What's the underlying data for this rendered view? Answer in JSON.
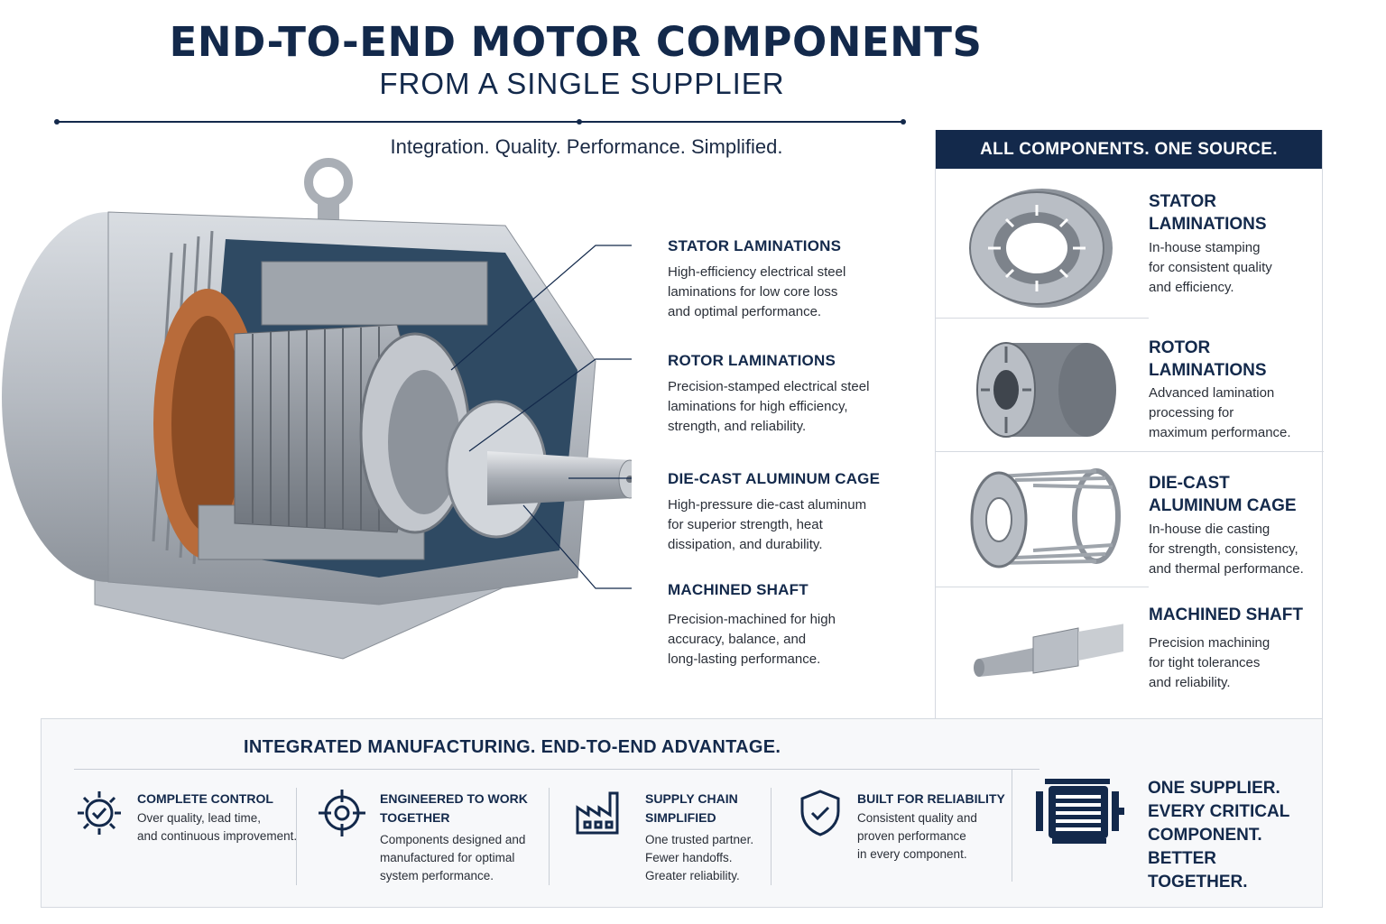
{
  "header": {
    "title": "END-TO-END MOTOR COMPONENTS",
    "subtitle": "FROM A SINGLE SUPPLIER",
    "tagline": "Integration. Quality. Performance. Simplified."
  },
  "callouts": [
    {
      "title": "STATOR LAMINATIONS",
      "desc": [
        "High-efficiency electrical steel",
        "laminations for low core loss",
        "and optimal performance."
      ]
    },
    {
      "title": "ROTOR LAMINATIONS",
      "desc": [
        "Precision-stamped electrical steel",
        "laminations for high efficiency,",
        "strength, and reliability."
      ]
    },
    {
      "title": "DIE-CAST ALUMINUM CAGE",
      "desc": [
        "High-pressure die-cast aluminum",
        "for superior strength, heat",
        "dissipation, and durability."
      ]
    },
    {
      "title": "MACHINED SHAFT",
      "desc": [
        "Precision-machined for high",
        "accuracy, balance, and",
        "long-lasting performance."
      ]
    }
  ],
  "panel": {
    "heading": "ALL COMPONENTS. ONE SOURCE.",
    "items": [
      {
        "title": [
          "STATOR",
          "LAMINATIONS"
        ],
        "desc": [
          "In-house stamping",
          "for consistent quality",
          "and efficiency."
        ]
      },
      {
        "title": [
          "ROTOR",
          "LAMINATIONS"
        ],
        "desc": [
          "Advanced lamination",
          "processing for",
          "maximum performance."
        ]
      },
      {
        "title": [
          "DIE-CAST",
          "ALUMINUM CAGE"
        ],
        "desc": [
          "In-house die casting",
          "for strength, consistency,",
          "and thermal performance."
        ]
      },
      {
        "title": [
          "MACHINED SHAFT"
        ],
        "desc": [
          "Precision machining",
          "for tight tolerances",
          "and reliability."
        ]
      }
    ]
  },
  "bottom": {
    "heading": "INTEGRATED MANUFACTURING. END-TO-END ADVANTAGE.",
    "features": [
      {
        "icon": "gear-check-icon",
        "title": [
          "COMPLETE CONTROL"
        ],
        "desc": [
          "Over quality, lead time,",
          "and continuous improvement."
        ]
      },
      {
        "icon": "crosshair-icon",
        "title": [
          "ENGINEERED TO WORK",
          "TOGETHER"
        ],
        "desc": [
          "Components designed and",
          "manufactured for optimal",
          "system performance."
        ]
      },
      {
        "icon": "factory-icon",
        "title": [
          "SUPPLY CHAIN",
          "SIMPLIFIED"
        ],
        "desc": [
          "One trusted partner.",
          "Fewer handoffs.",
          "Greater reliability."
        ]
      },
      {
        "icon": "shield-check-icon",
        "title": [
          "BUILT FOR RELIABILITY"
        ],
        "desc": [
          "Consistent quality and",
          "proven performance",
          "in every component."
        ]
      }
    ],
    "closing_icon": "motor-icon",
    "closing": [
      "ONE SUPPLIER.",
      "EVERY CRITICAL",
      "COMPONENT.",
      "BETTER TOGETHER."
    ]
  },
  "colors": {
    "navy": "#13294b",
    "steel": "#a9aeb5",
    "copper": "#b86b3a",
    "panel_bg": "#f7f8fa"
  }
}
